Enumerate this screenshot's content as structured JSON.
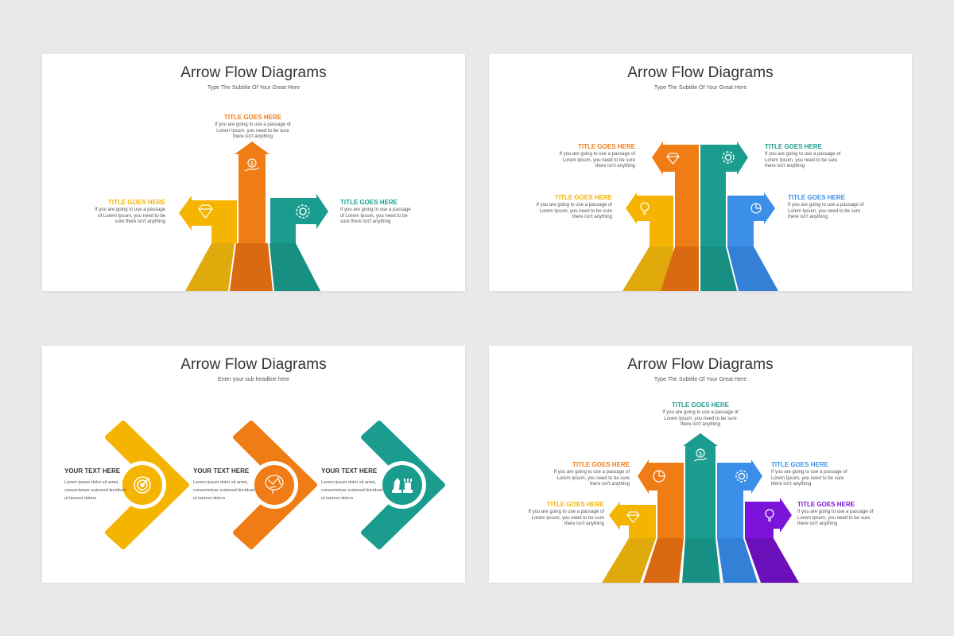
{
  "colors": {
    "yellow": "#f5b400",
    "orange": "#ef7c14",
    "teal": "#1a9d8f",
    "blue": "#3b8fe8",
    "purple": "#7c13d8"
  },
  "slides": [
    {
      "title": "Arrow Flow Diagrams",
      "subtitle": "Type The Subtitle Of Your Great Here",
      "items": [
        {
          "label": "TITLE GOES HERE",
          "text": "If you are going to use a passage of Lorem Ipsum, you need to be sure there isn't anything",
          "color": "orange",
          "icon": "money-hand-icon"
        },
        {
          "label": "TITLE GOES HERE",
          "text": "If you are going to use a passage of Lorem Ipsum, you need to be sure there isn't anything",
          "color": "yellow",
          "icon": "diamond-icon"
        },
        {
          "label": "TITLE GOES HERE",
          "text": "If you are going to use a passage of Lorem Ipsum, you need to be sure there isn't anything",
          "color": "teal",
          "icon": "gear-icon"
        }
      ]
    },
    {
      "title": "Arrow Flow Diagrams",
      "subtitle": "Type The Subtitle Of Your Great Here",
      "items": [
        {
          "label": "TITLE GOES HERE",
          "text": "If you are going to use a passage of Lorem Ipsum, you need to be sure there isn't anything",
          "color": "orange",
          "icon": "diamond-icon"
        },
        {
          "label": "TITLE GOES HERE",
          "text": "If you are going to use a passage of Lorem Ipsum, you need to be sure there isn't anything",
          "color": "teal",
          "icon": "gear-icon"
        },
        {
          "label": "TITLE GOES HERE",
          "text": "If you are going to use a passage of Lorem Ipsum, you need to be sure there isn't anything",
          "color": "yellow",
          "icon": "lightbulb-icon"
        },
        {
          "label": "TITLE GOES HERE",
          "text": "If you are going to use a passage of Lorem Ipsum, you need to be sure there isn't anything",
          "color": "blue",
          "icon": "pie-chart-icon"
        }
      ]
    },
    {
      "title": "Arrow Flow Diagrams",
      "subtitle": "Enter your sub headline here",
      "items": [
        {
          "label": "YOUR TEXT HERE",
          "text": "Lorem ipsum dolor sit amet, consectetuer euismod tincidunt ut laoreet dolore",
          "color": "yellow",
          "icon": "target-icon"
        },
        {
          "label": "YOUR TEXT HERE",
          "text": "Lorem ipsum dolor sit amet, consectetuer euismod tincidunt ut laoreet dolore",
          "color": "orange",
          "icon": "brain-icon"
        },
        {
          "label": "YOUR TEXT HERE",
          "text": "Lorem ipsum dolor sit amet, consectetuer euismod tincidunt ut laoreet dolore",
          "color": "teal",
          "icon": "chess-icon"
        }
      ]
    },
    {
      "title": "Arrow Flow Diagrams",
      "subtitle": "Type The Subtitle Of Your Great Here",
      "items": [
        {
          "label": "TITLE GOES HERE",
          "text": "If you are going to use a passage of Lorem Ipsum, you need to be sure there isn't anything",
          "color": "teal",
          "icon": "money-hand-icon"
        },
        {
          "label": "TITLE GOES HERE",
          "text": "If you are going to use a passage of Lorem Ipsum, you need to be sure there isn't anything",
          "color": "orange",
          "icon": "pie-chart-icon"
        },
        {
          "label": "TITLE GOES HERE",
          "text": "If you are going to use a passage of Lorem Ipsum, you need to be sure there isn't anything",
          "color": "blue",
          "icon": "gear-icon"
        },
        {
          "label": "TITLE GOES HERE",
          "text": "If you are going to use a passage of Lorem Ipsum, you need to be sure there isn't anything",
          "color": "yellow",
          "icon": "diamond-icon"
        },
        {
          "label": "TITLE GOES HERE",
          "text": "If you are going to use a passage of Lorem Ipsum, you need to be sure there isn't anything",
          "color": "purple",
          "icon": "lightbulb-icon"
        }
      ]
    }
  ]
}
